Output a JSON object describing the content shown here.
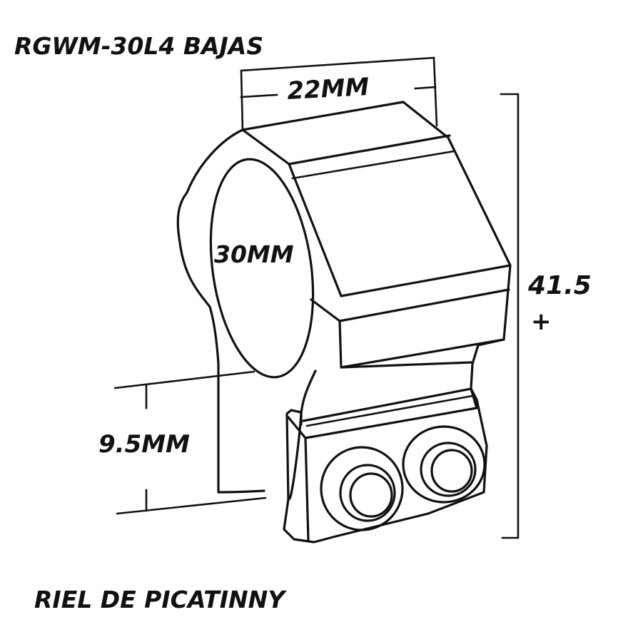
{
  "title": "RGWM-30L4 BAJAS",
  "footer": "RIEL DE PICATINNY",
  "dimensions": {
    "width": "22MM",
    "tube_diameter": "30MM",
    "center_height": "9.5MM",
    "total_height_value": "41.5",
    "total_height_sign": "+"
  },
  "colors": {
    "stroke": "#111111",
    "background": "#ffffff"
  }
}
